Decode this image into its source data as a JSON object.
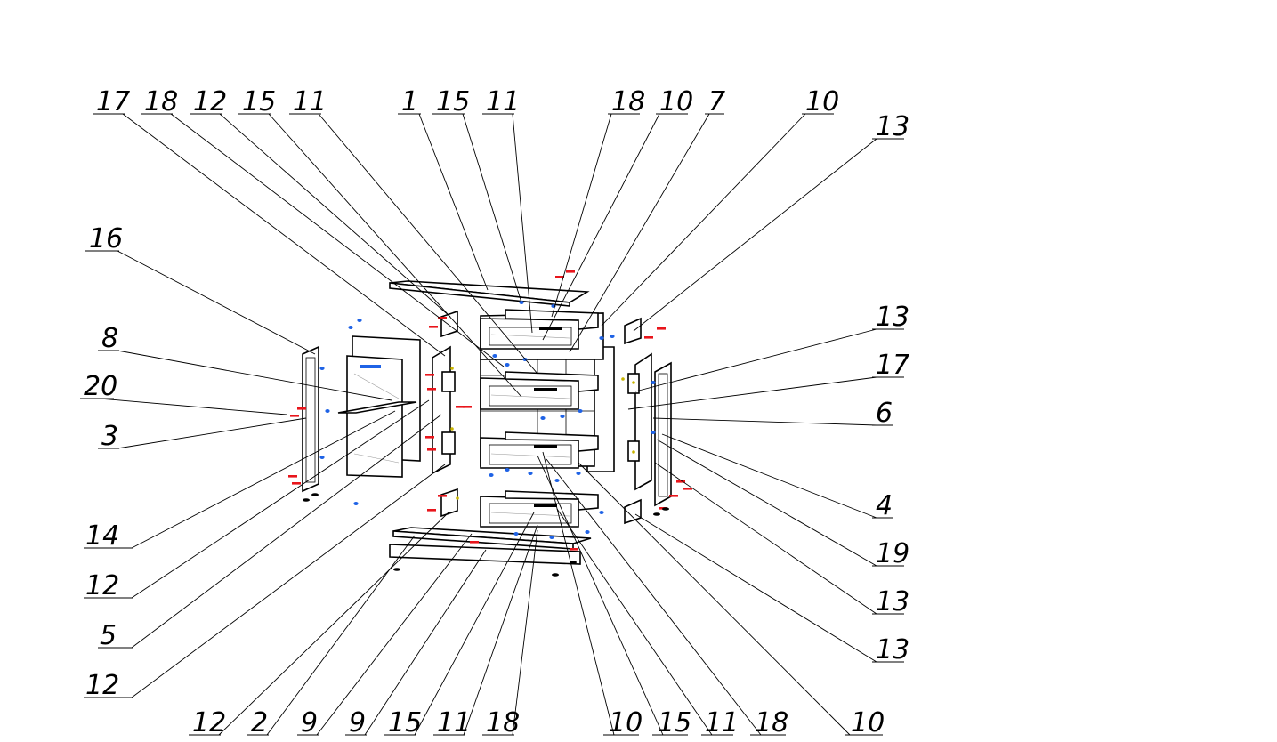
{
  "callouts": [
    {
      "label": "17",
      "side": "top"
    },
    {
      "label": "18",
      "side": "top"
    },
    {
      "label": "12",
      "side": "top"
    },
    {
      "label": "15",
      "side": "top"
    },
    {
      "label": "11",
      "side": "top"
    },
    {
      "label": "1",
      "side": "top"
    },
    {
      "label": "15",
      "side": "top"
    },
    {
      "label": "11",
      "side": "top"
    },
    {
      "label": "18",
      "side": "top"
    },
    {
      "label": "10",
      "side": "top"
    },
    {
      "label": "7",
      "side": "top"
    },
    {
      "label": "10",
      "side": "top"
    },
    {
      "label": "13",
      "side": "top"
    },
    {
      "label": "16",
      "side": "left"
    },
    {
      "label": "8",
      "side": "left"
    },
    {
      "label": "20",
      "side": "left"
    },
    {
      "label": "3",
      "side": "left"
    },
    {
      "label": "14",
      "side": "left"
    },
    {
      "label": "12",
      "side": "left"
    },
    {
      "label": "5",
      "side": "left"
    },
    {
      "label": "12",
      "side": "left"
    },
    {
      "label": "13",
      "side": "right"
    },
    {
      "label": "17",
      "side": "right"
    },
    {
      "label": "6",
      "side": "right"
    },
    {
      "label": "4",
      "side": "right"
    },
    {
      "label": "19",
      "side": "right"
    },
    {
      "label": "13",
      "side": "right"
    },
    {
      "label": "13",
      "side": "right"
    },
    {
      "label": "12",
      "side": "bottom"
    },
    {
      "label": "2",
      "side": "bottom"
    },
    {
      "label": "9",
      "side": "bottom"
    },
    {
      "label": "9",
      "side": "bottom"
    },
    {
      "label": "15",
      "side": "bottom"
    },
    {
      "label": "11",
      "side": "bottom"
    },
    {
      "label": "18",
      "side": "bottom"
    },
    {
      "label": "10",
      "side": "bottom"
    },
    {
      "label": "15",
      "side": "bottom"
    },
    {
      "label": "11",
      "side": "bottom"
    },
    {
      "label": "18",
      "side": "bottom"
    },
    {
      "label": "10",
      "side": "bottom"
    }
  ],
  "colors": {
    "line": "#000000",
    "screw": "#e8151b",
    "dowel": "#1f63e6",
    "bracket": "#1f8fe6",
    "cam": "#c8b400"
  }
}
